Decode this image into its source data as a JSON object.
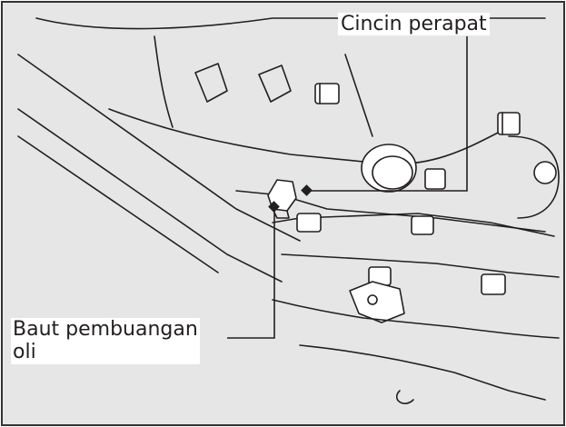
{
  "labels": {
    "sealing_ring": "Cincin perapat",
    "drain_bolt_line1": "Baut pembuangan",
    "drain_bolt_line2": "oli"
  },
  "colors": {
    "background": "#ffffff",
    "panel": "#e6e6e6",
    "line": "#231f20",
    "border": "#333333"
  }
}
